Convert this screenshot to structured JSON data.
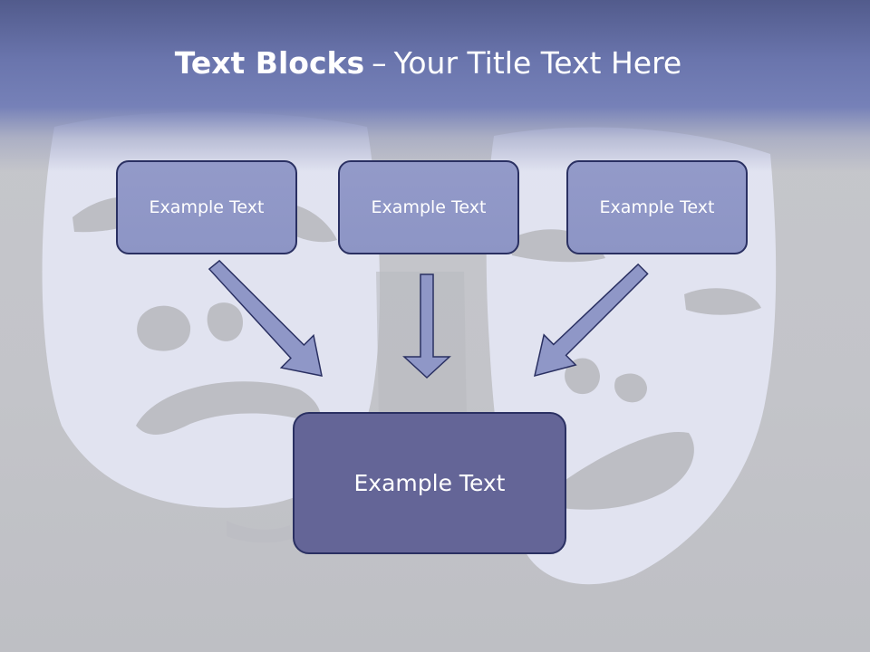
{
  "title": {
    "bold": "Text Blocks",
    "dash": "–",
    "regular": "Your Title Text Here"
  },
  "blocks": [
    {
      "label": "Example Text"
    },
    {
      "label": "Example Text"
    },
    {
      "label": "Example Text"
    }
  ],
  "result": {
    "label": "Example Text"
  },
  "colors": {
    "title_band": "#6a75ad",
    "block_fill": "#8f97c7",
    "result_fill": "#646597",
    "arrow_fill": "#8f97c7",
    "border": "#2a3062",
    "background": "#c6c7cc",
    "mask_paint": "#e4e6f4"
  }
}
